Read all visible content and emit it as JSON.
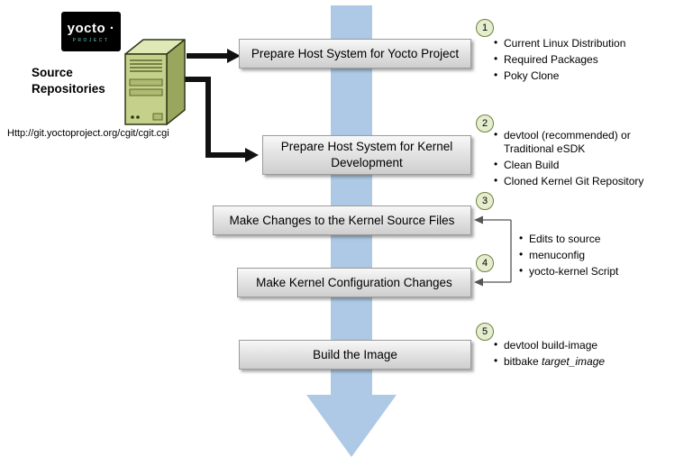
{
  "logo": {
    "brand": "yocto ·",
    "sub": "PROJECT"
  },
  "source": {
    "title": "Source Repositories",
    "url": "Http://git.yoctoproject.org/cgit/cgit.cgi"
  },
  "steps": [
    {
      "num": "1",
      "label": "Prepare Host System for Yocto Project",
      "bullets": [
        "Current Linux Distribution",
        "Required Packages",
        "Poky Clone"
      ]
    },
    {
      "num": "2",
      "label": "Prepare Host System for Kernel Development",
      "bullets": [
        "devtool (recommended) or Traditional eSDK",
        "Clean Build",
        "Cloned Kernel Git Repository"
      ]
    },
    {
      "num": "3",
      "label": "Make Changes to the Kernel Source Files"
    },
    {
      "num": "4",
      "label": "Make Kernel Configuration Changes"
    },
    {
      "num": "5",
      "label": "Build the Image",
      "bullet_devtool": "devtool build-image",
      "bullet_bitbake_prefix": "bitbake ",
      "bullet_bitbake_italic": "target_image"
    }
  ],
  "shared_bullets": [
    "Edits to source",
    "menuconfig",
    "yocto-kernel Script"
  ],
  "colors": {
    "flow_arrow_blue": "#adc9e5",
    "badge_fill": "#e4edcd",
    "badge_border": "#6f8140",
    "box_gradient_top": "#f8f8f8",
    "box_gradient_bottom": "#cecece"
  }
}
